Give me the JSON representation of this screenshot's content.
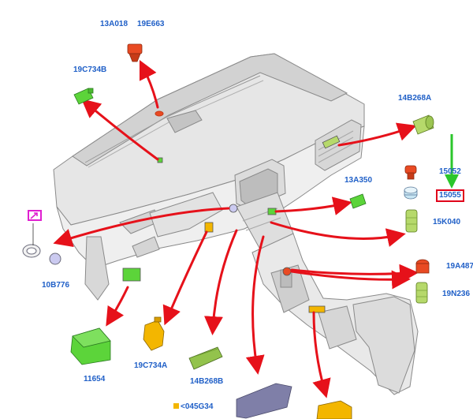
{
  "callouts": {
    "c13A018": "13A018",
    "c19E663": "19E663",
    "c19C734B": "19C734B",
    "c14B268A": "14B268A",
    "c15052": "15052",
    "c15055": "15055",
    "c13A350": "13A350",
    "c15K040": "15K040",
    "c10B776": "10B776",
    "c19A487": "19A487",
    "c19N236": "19N236",
    "c11654": "11654",
    "c19C734A": "19C734A",
    "c14B268B": "14B268B",
    "c045G34": "<045G34"
  },
  "colors": {
    "arrow": "#e6111a",
    "callout_text": "#1f5fc7",
    "highlight_box": "#e0001a",
    "pointer_arrow": "#2bc62b",
    "link_box": "#e01fd0",
    "part_green": "#5cd43a",
    "part_yellow": "#f3b600",
    "part_red": "#e94a23",
    "part_lightgreen": "#b6d96b"
  },
  "icons": {
    "link": "external-link-arrow-icon"
  }
}
